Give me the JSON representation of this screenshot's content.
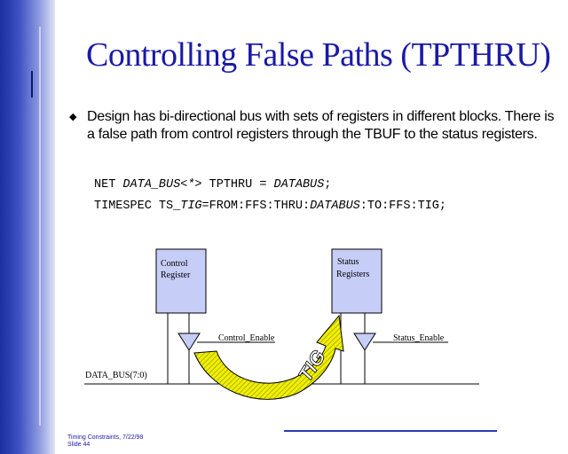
{
  "slide": {
    "title": "Controlling False Paths (TPTHRU)",
    "bullet_glyph": "◆",
    "bullet_text": "Design has bi-directional bus with sets of registers in different blocks. There is a false path from control registers through the TBUF to the status registers.",
    "code_line_1": {
      "kw1": "NET ",
      "name": "DATA_BUS<*>",
      "kw2": " TPTHRU = ",
      "value": "DATABUS",
      "end": ";"
    },
    "code_line_2": {
      "kw1": "TIMESPEC TS_",
      "name": "TIG",
      "kw2": "=FROM:FFS:THRU:",
      "value": "DATABUS",
      "end": ":TO:FFS:TIG;"
    }
  },
  "diagram": {
    "control_register_label_1": "Control",
    "control_register_label_2": "Register",
    "status_register_label_1": "Status",
    "status_register_label_2": "Registers",
    "control_enable_label": "Control_Enable",
    "status_enable_label": "Status_Enable",
    "bus_label": "DATA_BUS(7:0)",
    "arrow_label": "TIG",
    "block_fill": "#c6cdf7",
    "arrow_fill": "#e6e600"
  },
  "footer": {
    "line_1": "Timing Constraints, 7/22/98",
    "line_2": "Slide 44"
  }
}
